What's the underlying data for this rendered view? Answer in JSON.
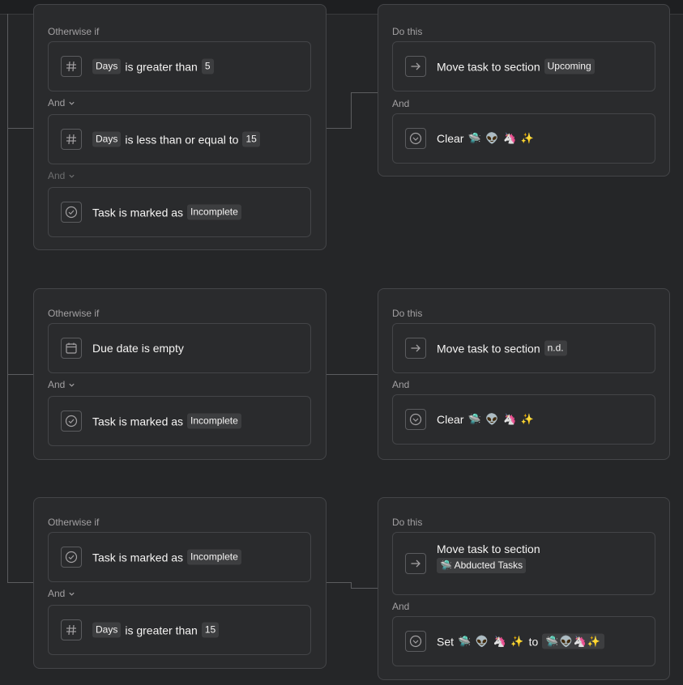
{
  "labels": {
    "otherwise_if": "Otherwise if",
    "do_this": "Do this",
    "and": "And"
  },
  "rule1": {
    "cond1": {
      "chip": "Days",
      "text": "is greater than",
      "value": "5"
    },
    "cond2": {
      "chip": "Days",
      "text": "is less than or equal to",
      "value": "15"
    },
    "cond3": {
      "text": "Task is marked as",
      "value": "Incomplete"
    },
    "action1": {
      "text": "Move task to section",
      "value": "Upcoming"
    },
    "action2": {
      "text": "Clear",
      "emojis": "🛸 👽 🦄 ✨"
    }
  },
  "rule2": {
    "cond1": {
      "text": "Due date is empty"
    },
    "cond2": {
      "text": "Task is marked as",
      "value": "Incomplete"
    },
    "action1": {
      "text": "Move task to section",
      "value": "n.d."
    },
    "action2": {
      "text": "Clear",
      "emojis": "🛸 👽 🦄 ✨"
    }
  },
  "rule3": {
    "cond1": {
      "text": "Task is marked as",
      "value": "Incomplete"
    },
    "cond2": {
      "chip": "Days",
      "text": "is greater than",
      "value": "15"
    },
    "action1": {
      "text": "Move task to section",
      "value": "🛸 Abducted Tasks"
    },
    "action2": {
      "text": "Set",
      "emojis": "🛸 👽 🦄 ✨",
      "to": "to",
      "value": "🛸👽🦄✨"
    }
  },
  "colors": {
    "background": "#252628",
    "panel": "#2a2b2d",
    "border": "#444548",
    "chip": "#3d3e40"
  }
}
